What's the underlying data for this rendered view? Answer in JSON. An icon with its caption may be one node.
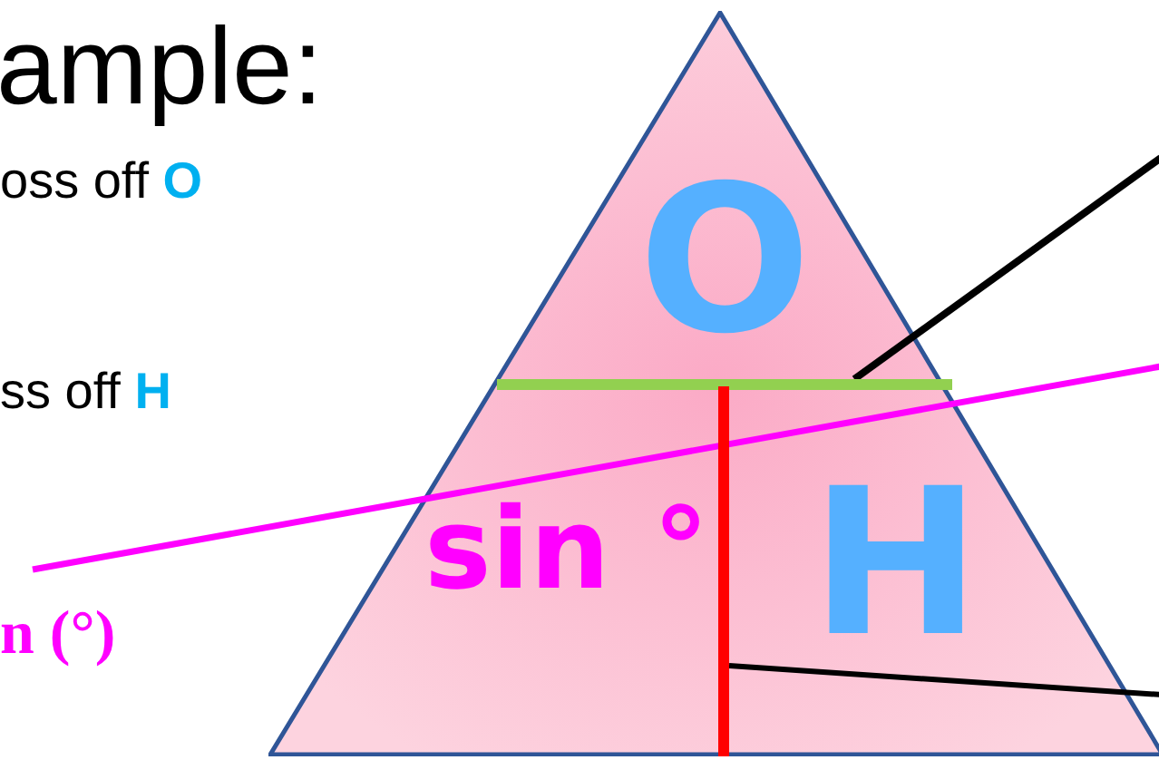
{
  "diagram": {
    "nodes": [
      {
        "text": [
          "O",
          "sin °",
          "H"
        ]
      },
      {
        "text": [],
        "shape": "bar",
        "in": 0
      },
      {
        "text": [],
        "shape": "bar",
        "in": 0
      },
      {
        "text": [
          "n (°)"
        ]
      }
    ],
    "edges": [
      {
        "from": 1,
        "to": null,
        "arrow": "none"
      },
      {
        "from": 2,
        "to": null,
        "arrow": "none"
      },
      {
        "from": 3,
        "to": null,
        "arrow": "none",
        "color": "#ff00ff"
      }
    ],
    "labels": [
      "ample:",
      "oss off **O**",
      "ss off **H**"
    ]
  }
}
